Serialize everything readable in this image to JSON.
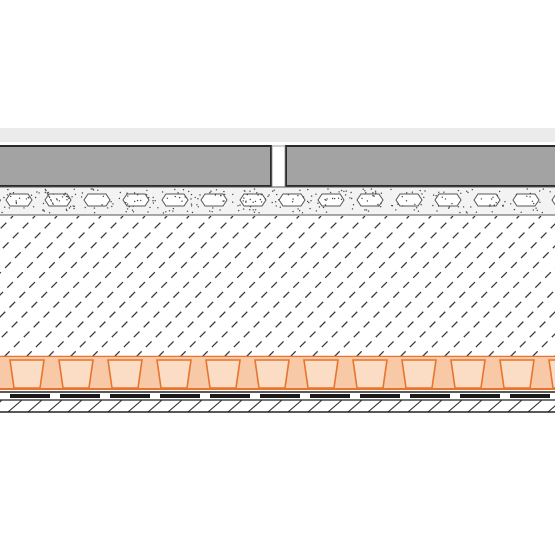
{
  "colors": {
    "background": "#ffffff",
    "top_shadow": "#e9e9e9",
    "tile_fill": "#a3a3a3",
    "tile_stroke": "#2a2a2a",
    "mortar_fill": "#f3f3f3",
    "mortar_stroke": "#555555",
    "screed_fill": "#ffffff",
    "screed_hatch": "#3a3a3a",
    "membrane_fill": "#f7c9a6",
    "membrane_stroke": "#e8742d",
    "base_stroke": "#222222",
    "base_hatch": "#333333"
  },
  "diagram": {
    "layers": [
      {
        "id": "tile",
        "name": "tile-covering"
      },
      {
        "id": "bond",
        "name": "tile-adhesive-layer"
      },
      {
        "id": "screed",
        "name": "screed-layer"
      },
      {
        "id": "uncoupling",
        "name": "uncoupling-membrane"
      },
      {
        "id": "base",
        "name": "substrate-layer"
      }
    ]
  }
}
